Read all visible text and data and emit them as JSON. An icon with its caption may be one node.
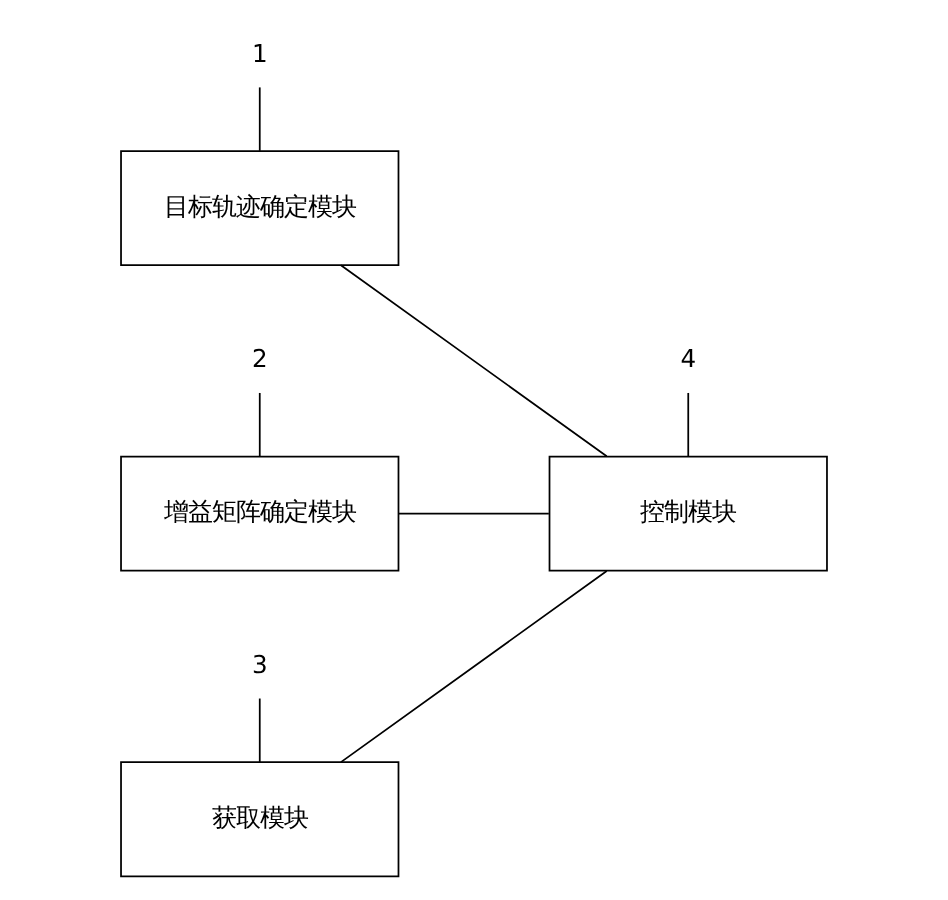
{
  "diagram": {
    "nodes": [
      {
        "text": [
          "1"
        ]
      },
      {
        "text": [
          "目标轨迹确定模块"
        ]
      },
      {
        "text": [
          "2"
        ]
      },
      {
        "text": [
          "增益矩阵确定模块"
        ]
      },
      {
        "text": [
          "3"
        ]
      },
      {
        "text": [
          "获取模块"
        ]
      },
      {
        "text": [
          "4"
        ]
      },
      {
        "text": [
          "控制模块"
        ]
      }
    ],
    "edges": [
      {
        "from": 0,
        "to": 1,
        "arrow": "none"
      },
      {
        "from": 2,
        "to": 3,
        "arrow": "none"
      },
      {
        "from": 4,
        "to": 5,
        "arrow": "none"
      },
      {
        "from": 6,
        "to": 7,
        "arrow": "none"
      },
      {
        "from": 1,
        "to": 7,
        "arrow": "none"
      },
      {
        "from": 3,
        "to": 7,
        "arrow": "none"
      },
      {
        "from": 5,
        "to": 7,
        "arrow": "none"
      }
    ]
  }
}
